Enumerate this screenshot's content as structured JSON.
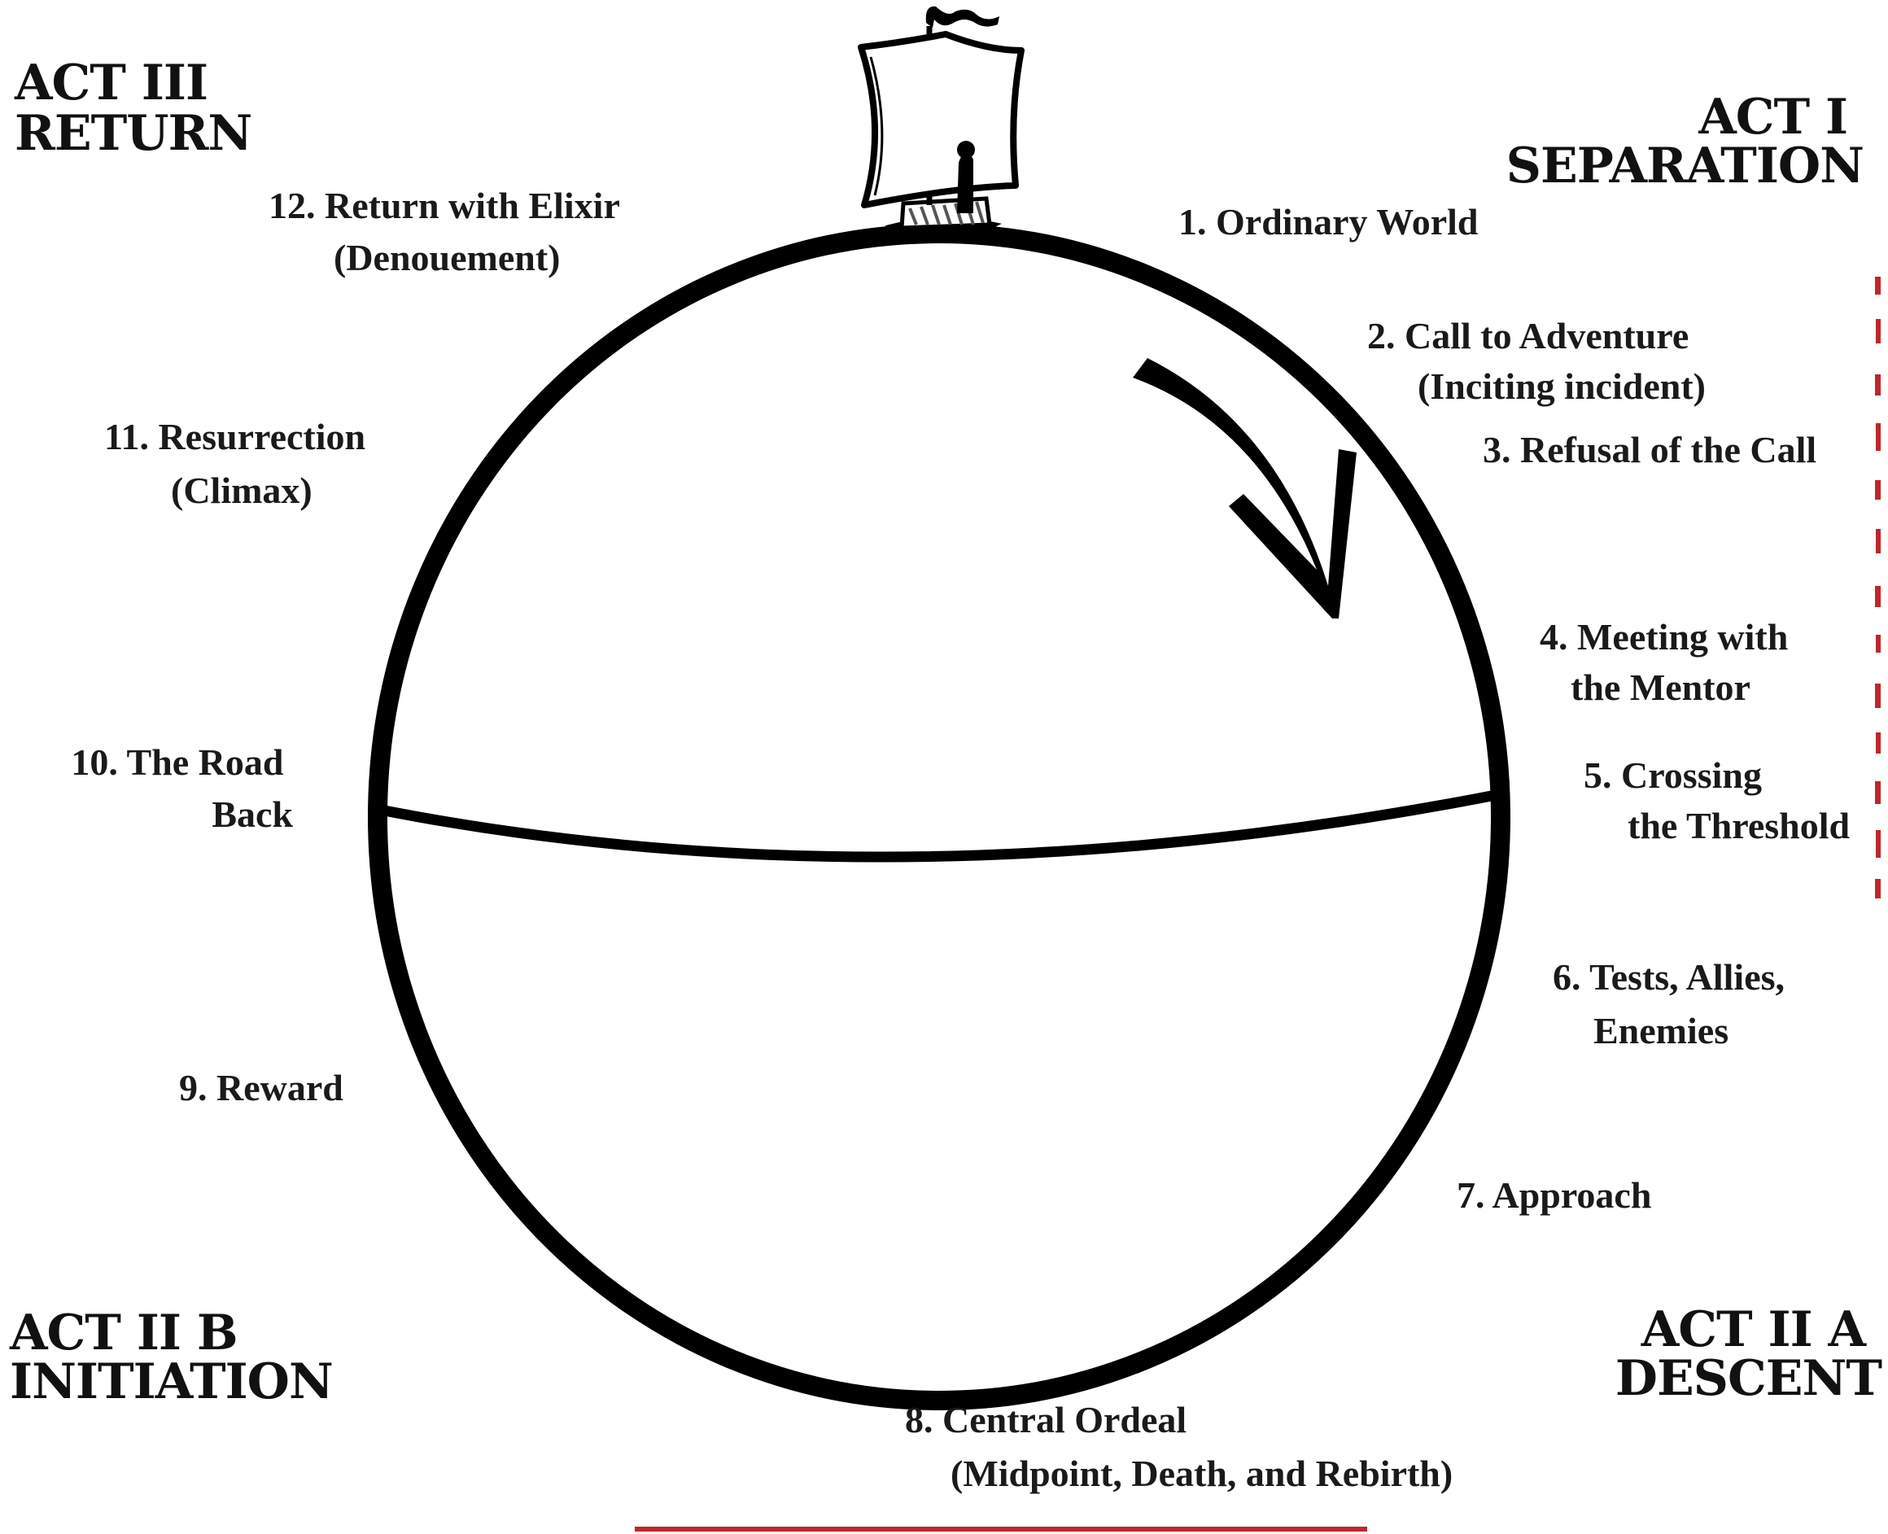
{
  "acts": {
    "act3": {
      "line1": "ACT III",
      "line2": "RETURN"
    },
    "act1": {
      "line1": "ACT I",
      "line2": "SEPARATION"
    },
    "act2b": {
      "line1": "ACT II B",
      "line2": "INITIATION"
    },
    "act2a": {
      "line1": "ACT II A",
      "line2": "DESCENT"
    }
  },
  "stages": {
    "s1": {
      "line1": "1. Ordinary World"
    },
    "s2": {
      "line1": "2. Call to Adventure",
      "line2": "(Inciting incident)"
    },
    "s3": {
      "line1": "3. Refusal of the Call"
    },
    "s4": {
      "line1": "4. Meeting with",
      "line2": "the Mentor"
    },
    "s5": {
      "line1": "5. Crossing",
      "line2": "the Threshold"
    },
    "s6": {
      "line1": "6. Tests, Allies,",
      "line2": "Enemies"
    },
    "s7": {
      "line1": "7. Approach"
    },
    "s8": {
      "line1": "8. Central Ordeal",
      "line2": "(Midpoint, Death, and Rebirth)"
    },
    "s9": {
      "line1": "9. Reward"
    },
    "s10": {
      "line1": "10. The Road",
      "line2": "Back"
    },
    "s11": {
      "line1": "11. Resurrection",
      "line2": "(Climax)"
    },
    "s12": {
      "line1": "12. Return with Elixir",
      "line2": "(Denouement)"
    }
  },
  "colors": {
    "ink": "#000000",
    "background": "#ffffff",
    "edge_mark": "#c0262a"
  },
  "icons": {
    "ship": "sailing-ship-icon",
    "direction": "clockwise-arrow-icon"
  }
}
